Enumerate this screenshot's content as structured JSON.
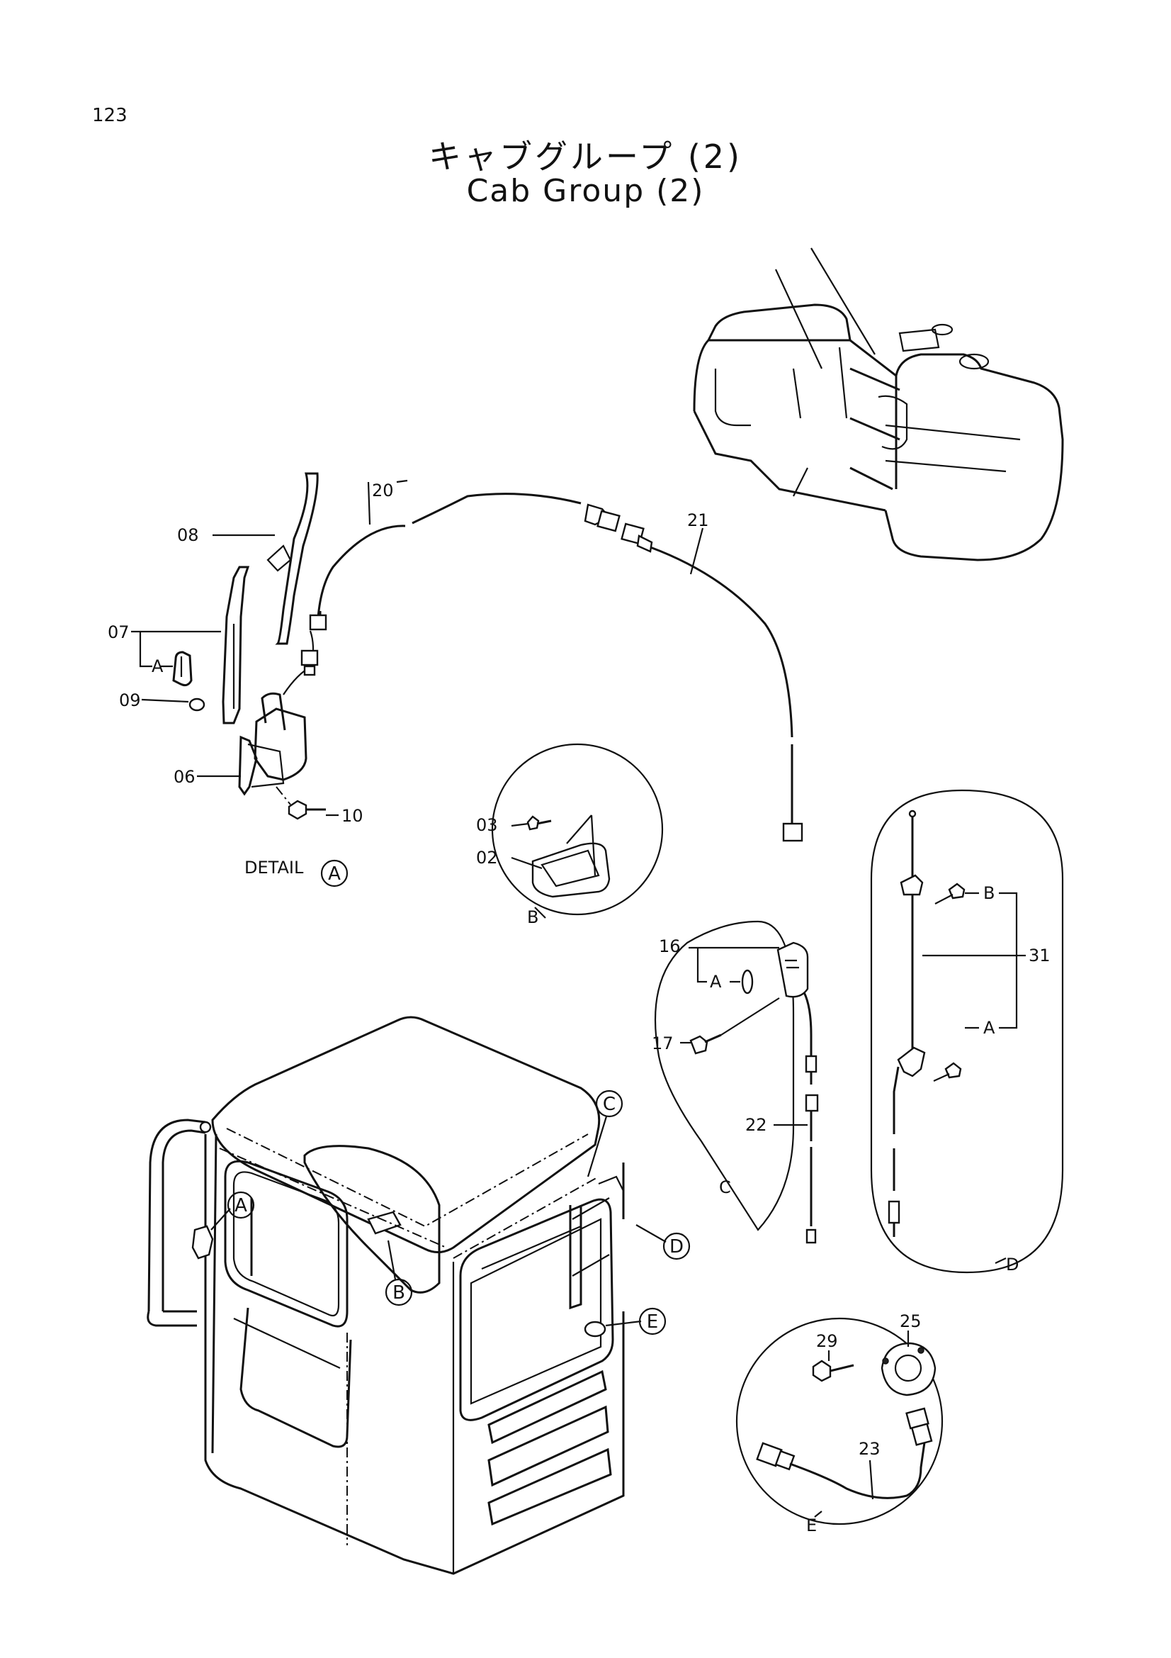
{
  "page_number": "123",
  "title_jp": "キャブグループ (2)",
  "title_en": "Cab Group (2)",
  "detail_caption": "DETAIL",
  "callouts": {
    "p06": "06",
    "p07": "07",
    "p08": "08",
    "p09": "09",
    "p10": "10",
    "p02": "02",
    "p03": "03",
    "p16": "16",
    "p17": "17",
    "p20": "20",
    "p21": "21",
    "p22": "22",
    "p23": "23",
    "p25": "25",
    "p29": "29",
    "p31": "31"
  },
  "refs": {
    "A": "A",
    "B": "B",
    "C": "C",
    "D": "D",
    "E": "E"
  }
}
